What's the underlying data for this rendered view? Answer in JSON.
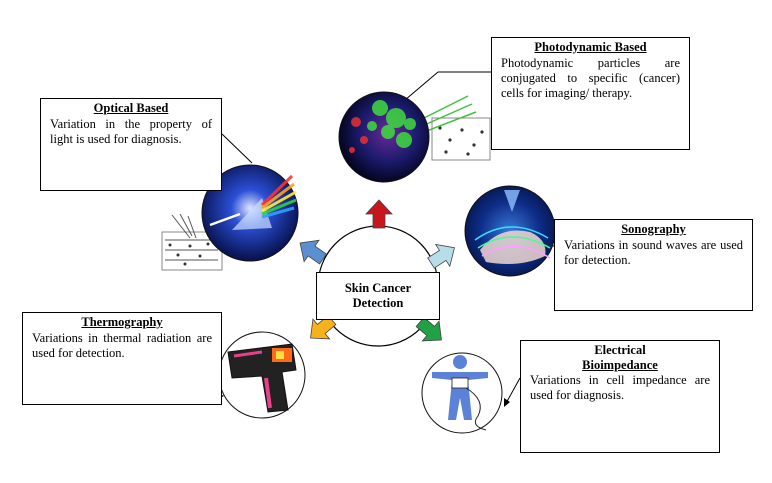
{
  "center": {
    "line1": "Skin Cancer",
    "line2": "Detection"
  },
  "methods": {
    "optical": {
      "title": "Optical Based",
      "body": "Variation in the property of light is used for diagnosis."
    },
    "photodynamic": {
      "title": "Photodynamic Based",
      "body": "Photodynamic particles are conjugated to specific (cancer) cells for imaging/ therapy."
    },
    "sonography": {
      "title": "Sonography",
      "body": "Variations in sound waves are used for detection."
    },
    "thermography": {
      "title": "Thermography",
      "body": "Variations in thermal radiation are used for detection."
    },
    "bioimpedance": {
      "title_line1": "Electrical",
      "title_line2": "Bioimpedance",
      "body": "Variations in cell impedance are used for diagnosis."
    }
  },
  "colors": {
    "arrow_optical": "#5b8fd0",
    "arrow_photodynamic": "#c8161d",
    "arrow_sonography": "#b7dde8",
    "arrow_thermography": "#f5b21b",
    "arrow_bioimpedance": "#22a045"
  },
  "icons": {
    "optical": "prism-light-icon",
    "photodynamic": "fluorescent-cell-icon",
    "sonography": "ultrasound-hand-icon",
    "thermography": "thermal-camera-icon",
    "bioimpedance": "human-body-electrode-icon"
  }
}
